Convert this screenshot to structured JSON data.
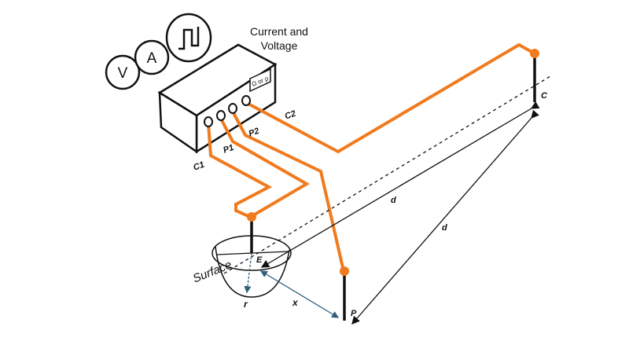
{
  "title": "Current and Voltage",
  "title_line1": "Current and",
  "title_line2": "Voltage",
  "meters": {
    "voltmeter": "V",
    "ammeter": "A",
    "waveform": "square-wave-icon"
  },
  "display": "Ω or ρ",
  "terminals": [
    "C1",
    "P1",
    "P2",
    "C2"
  ],
  "electrodes": {
    "current_remote": "C",
    "potential": "P",
    "earth": "E"
  },
  "labels": {
    "surface": "Surface",
    "radius": "r",
    "distance_x": "x",
    "distance_d1": "d",
    "distance_d2": "d"
  },
  "colors": {
    "wire": "#f07b1f",
    "line": "#111111",
    "arrow_blue": "#2f5f7a"
  }
}
